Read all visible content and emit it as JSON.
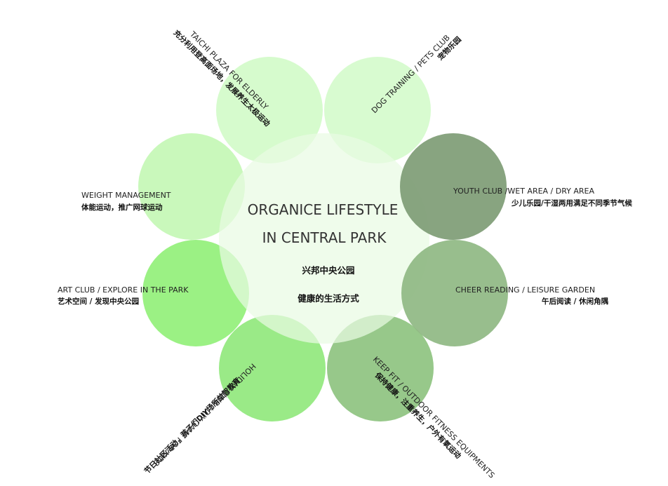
{
  "center": {
    "title_line1": "ORGANICE LIFESTYLE",
    "title_line2": "IN CENTRAL PARK",
    "subtitle_cn_1": "兴邦中央公园",
    "subtitle_cn_2": "健康的生活方式",
    "fill": "#e9fbe3"
  },
  "petals": [
    {
      "id": "taichi",
      "en": "TAICHI PLAZA FOR ELDERLY",
      "cn": "充分利用登高面场地，发展养生太极运动",
      "fill": "#d2fbc8"
    },
    {
      "id": "dog",
      "en": "DOG TRAINING / PETS CLUB",
      "cn": "宠物乐园",
      "fill": "#d4fbcb"
    },
    {
      "id": "youth",
      "en": "YOUTH CLUB /WET AREA / DRY AREA",
      "cn": "少儿乐园/干湿两用满足不同季节气候",
      "fill": "#7e9c75"
    },
    {
      "id": "reading",
      "en": "CHEER READING / LEISURE GARDEN",
      "cn": "午后阅读 / 休闲角隅",
      "fill": "#8fb983"
    },
    {
      "id": "keepfit",
      "en": "KEEP FIT / OUTDOOR FITNESS EQUIPMENTS",
      "cn": "保持健康，注重养生，户外有氧运动",
      "fill": "#8cc27d"
    },
    {
      "id": "holiday",
      "en": "HOLIDAY CLUB / DIY GAME FOR KIDS",
      "cn": "节日社区活动，孩子们DIY场所益智教育",
      "fill": "#8fe87a"
    },
    {
      "id": "art",
      "en": "ART CLUB / EXPLORE IN THE PARK",
      "cn": "艺术空间 / 发现中央公园",
      "fill": "#90f077"
    },
    {
      "id": "weight",
      "en": "WEIGHT MANAGEMENT",
      "cn": "体能运动，推广网球运动",
      "fill": "#c3f7b4"
    }
  ]
}
